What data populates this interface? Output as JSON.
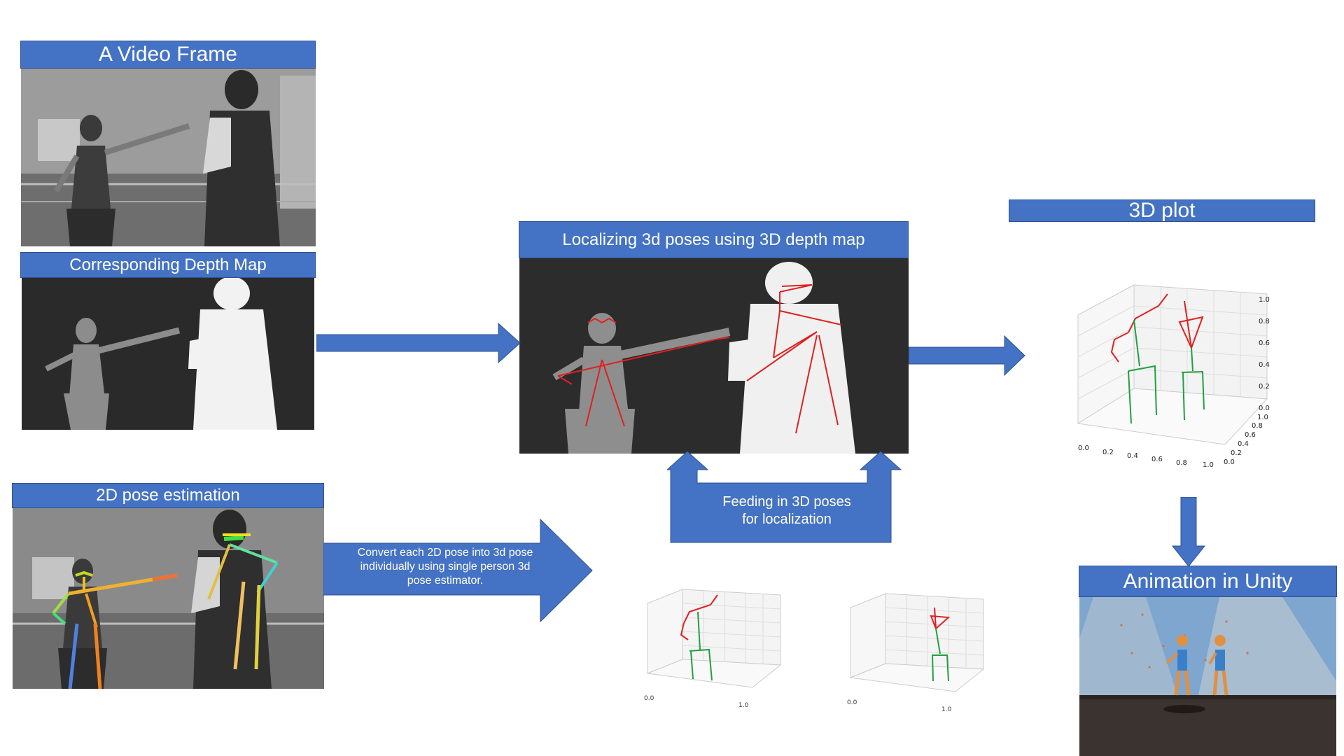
{
  "banners": {
    "video_frame": "A Video Frame",
    "depth_map": "Corresponding Depth Map",
    "pose_2d": "2D pose estimation",
    "localizing": "Localizing 3d poses using 3D depth map",
    "plot_3d": "3D plot",
    "unity": "Animation in Unity"
  },
  "notes": {
    "feeding_line1": "Feeding in 3D poses",
    "feeding_line2": "for localization",
    "convert_line1": "Convert each 2D pose into  3d pose",
    "convert_line2": "individually using single person 3d",
    "convert_line3": "pose estimator."
  },
  "plot_axes": {
    "x_ticks": [
      "0.0",
      "0.2",
      "0.4",
      "0.6",
      "0.8",
      "1.0"
    ],
    "y_ticks": [
      "0.0",
      "0.2",
      "0.4",
      "0.6",
      "0.8",
      "1.0"
    ],
    "z_ticks": [
      "0.0",
      "0.2",
      "0.4",
      "0.6",
      "0.8",
      "1.0"
    ]
  },
  "colors": {
    "banner_fill": "#4472c4",
    "skeleton_upper": "#e02020",
    "skeleton_lower": "#20a040"
  }
}
